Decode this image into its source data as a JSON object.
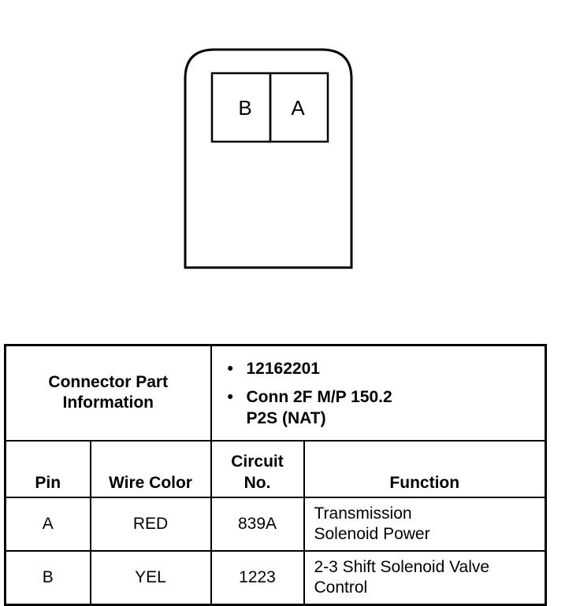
{
  "connector": {
    "pins": [
      {
        "label": "B"
      },
      {
        "label": "A"
      }
    ]
  },
  "table": {
    "header": {
      "part_info_label_line1": "Connector Part",
      "part_info_label_line2": "Information",
      "part_number": "12162201",
      "connector_desc_line1": "Conn 2F M/P 150.2",
      "connector_desc_line2": "P2S (NAT)"
    },
    "columns": {
      "pin": "Pin",
      "wire_color": "Wire Color",
      "circuit_line1": "Circuit",
      "circuit_line2": "No.",
      "function": "Function"
    },
    "rows": [
      {
        "pin": "A",
        "wire_color": "RED",
        "circuit": "839A",
        "function_line1": "Transmission",
        "function_line2": "Solenoid Power"
      },
      {
        "pin": "B",
        "wire_color": "YEL",
        "circuit": "1223",
        "function_line1": "2-3 Shift Solenoid Valve",
        "function_line2": "Control"
      }
    ]
  }
}
